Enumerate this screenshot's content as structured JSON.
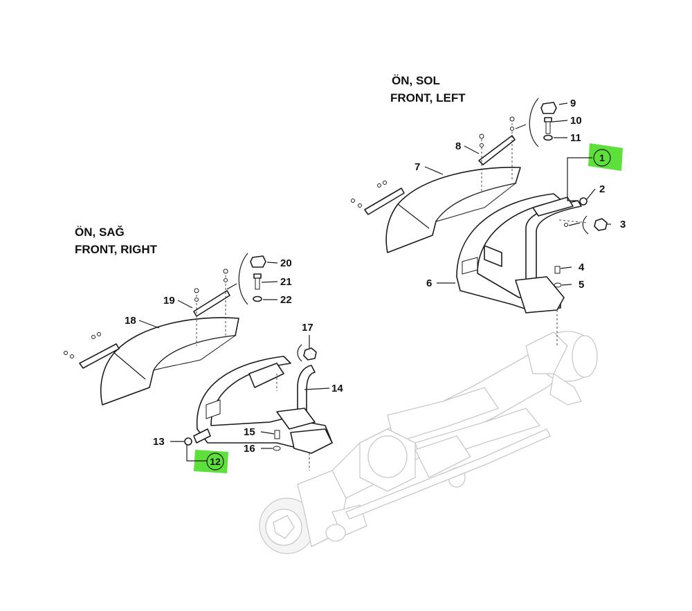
{
  "titles": {
    "front_left_tr": "ÖN, SOL",
    "front_left_en": "FRONT, LEFT",
    "front_right_tr": "ÖN, SAĞ",
    "front_right_en": "FRONT, RIGHT"
  },
  "callouts": {
    "c1": "1",
    "c2": "2",
    "c3": "3",
    "c4": "4",
    "c5": "5",
    "c6": "6",
    "c7": "7",
    "c8": "8",
    "c9": "9",
    "c10": "10",
    "c11": "11",
    "c12": "12",
    "c13": "13",
    "c14": "14",
    "c15": "15",
    "c16": "16",
    "c17": "17",
    "c18": "18",
    "c19": "19",
    "c20": "20",
    "c21": "21",
    "c22": "22"
  },
  "highlight_color": "#5ee03a",
  "highlighted_callouts": [
    "1",
    "12"
  ]
}
